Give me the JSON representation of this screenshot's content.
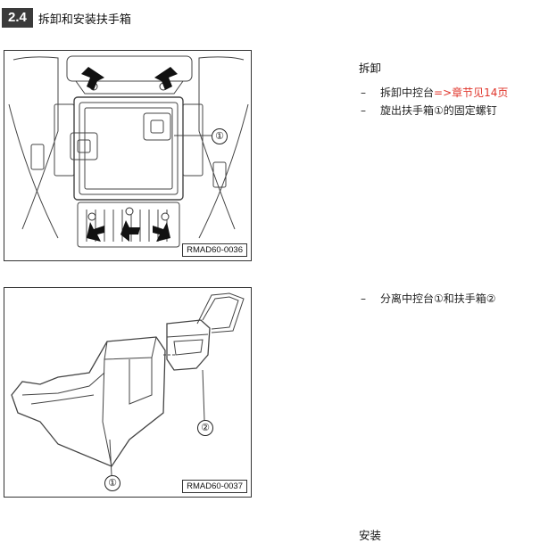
{
  "section": {
    "number": "2.4",
    "title": "拆卸和安装扶手箱"
  },
  "figures": [
    {
      "code": "RMAD60-0036",
      "callouts": [
        "①"
      ]
    },
    {
      "code": "RMAD60-0037",
      "callouts": [
        "①",
        "②"
      ]
    }
  ],
  "removal": {
    "heading": "拆卸",
    "steps": [
      {
        "dash": "–",
        "text": "拆卸中控台",
        "link": "=>章节见14页"
      },
      {
        "dash": "–",
        "text": "旋出扶手箱①的固定螺钉"
      },
      {
        "dash": "–",
        "text": "分离中控台①和扶手箱②"
      }
    ]
  },
  "install": {
    "heading": "安装"
  }
}
